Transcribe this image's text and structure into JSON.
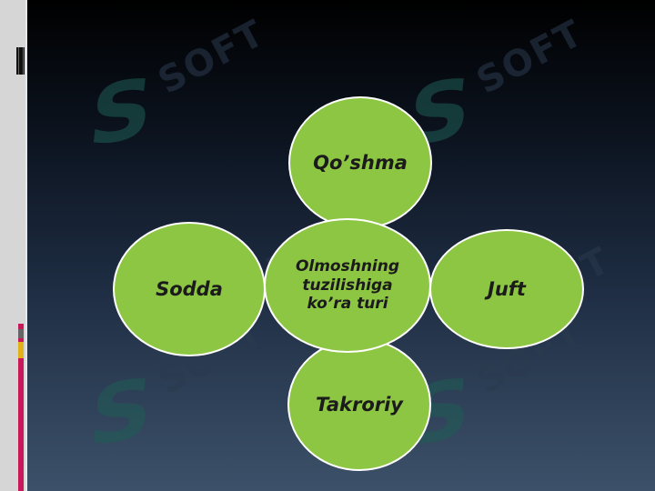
{
  "diagram": {
    "center": {
      "label": "Olmoshning tuzilishiga ko’ra turi"
    },
    "top": {
      "label": "Qo’shma"
    },
    "left": {
      "label": "Sodda"
    },
    "right": {
      "label": "Juft"
    },
    "bottom": {
      "label": "Takroriy"
    }
  },
  "colors": {
    "circle_fill": "#8dc642",
    "circle_border": "#ffffff",
    "background_top": "#000000",
    "background_bottom": "#3c5169"
  },
  "watermark": {
    "icon": "soft-logo-icon"
  }
}
